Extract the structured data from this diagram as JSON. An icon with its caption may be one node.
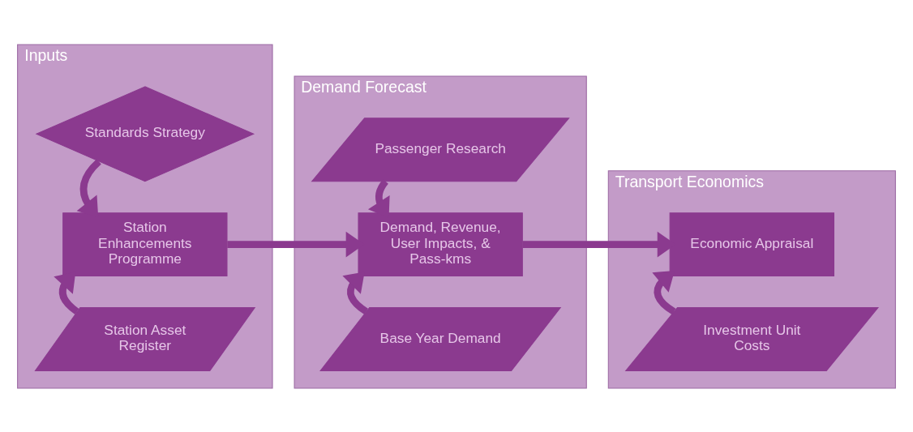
{
  "diagram": {
    "nodes": [
      {
        "text": [
          "Inputs"
        ]
      },
      {
        "text": [
          "Station Asset Register"
        ],
        "in": 0
      },
      {
        "text": [
          "Station Enhancements Programme"
        ],
        "in": 0
      },
      {
        "text": [
          "Standards Strategy"
        ],
        "in": 0
      },
      {
        "text": [
          "Demand Forecast"
        ]
      },
      {
        "text": [
          "Base Year Demand"
        ],
        "in": 4
      },
      {
        "text": [
          "Demand, Revenue, User Impacts, & Pass-kms"
        ],
        "in": 4
      },
      {
        "text": [
          "Passenger Research"
        ],
        "in": 4
      },
      {
        "text": [
          "Transport Economics"
        ]
      },
      {
        "text": [
          "Investment Unit Costs"
        ],
        "in": 8
      },
      {
        "text": [
          "Economic Appraisal"
        ],
        "in": 8
      }
    ],
    "edges": [
      {
        "from": 1,
        "to": 2,
        "arrow": "to"
      },
      {
        "from": 3,
        "to": 2,
        "arrow": "to"
      },
      {
        "from": 2,
        "to": 6,
        "arrow": "to"
      },
      {
        "from": 5,
        "to": 6,
        "arrow": "to"
      },
      {
        "from": 7,
        "to": 6,
        "arrow": "to"
      },
      {
        "from": 6,
        "to": 10,
        "arrow": "to"
      },
      {
        "from": 9,
        "to": 10,
        "arrow": "to"
      }
    ]
  }
}
